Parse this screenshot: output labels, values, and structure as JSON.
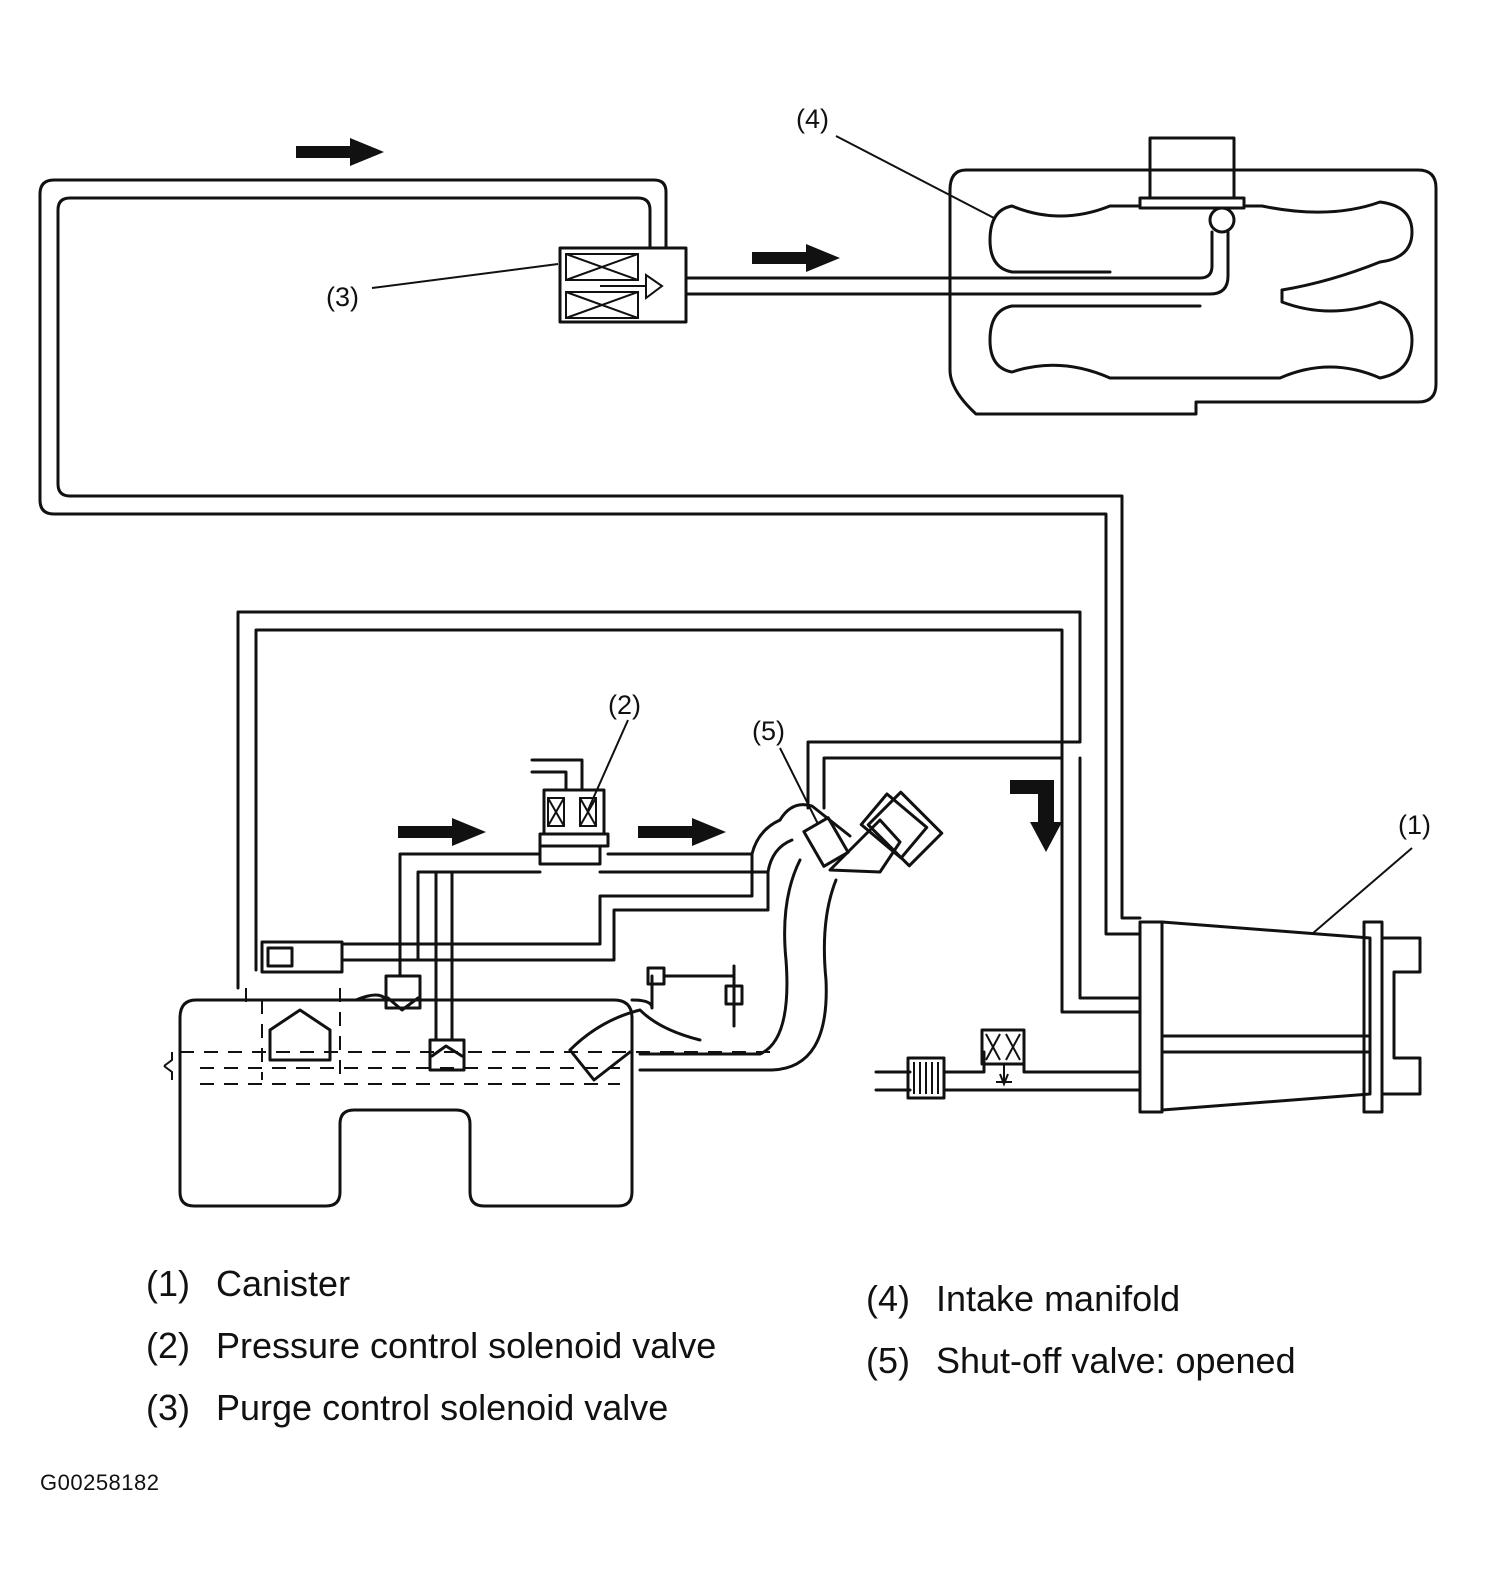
{
  "callouts": {
    "c1": "(1)",
    "c2": "(2)",
    "c3": "(3)",
    "c4": "(4)",
    "c5": "(5)"
  },
  "legend": {
    "left": [
      {
        "num": "(1)",
        "label": "Canister"
      },
      {
        "num": "(2)",
        "label": "Pressure control solenoid valve"
      },
      {
        "num": "(3)",
        "label": "Purge control solenoid valve"
      }
    ],
    "right": [
      {
        "num": "(4)",
        "label": "Intake manifold"
      },
      {
        "num": "(5)",
        "label": "Shut-off valve: opened"
      }
    ]
  },
  "figure_id": "G00258182"
}
